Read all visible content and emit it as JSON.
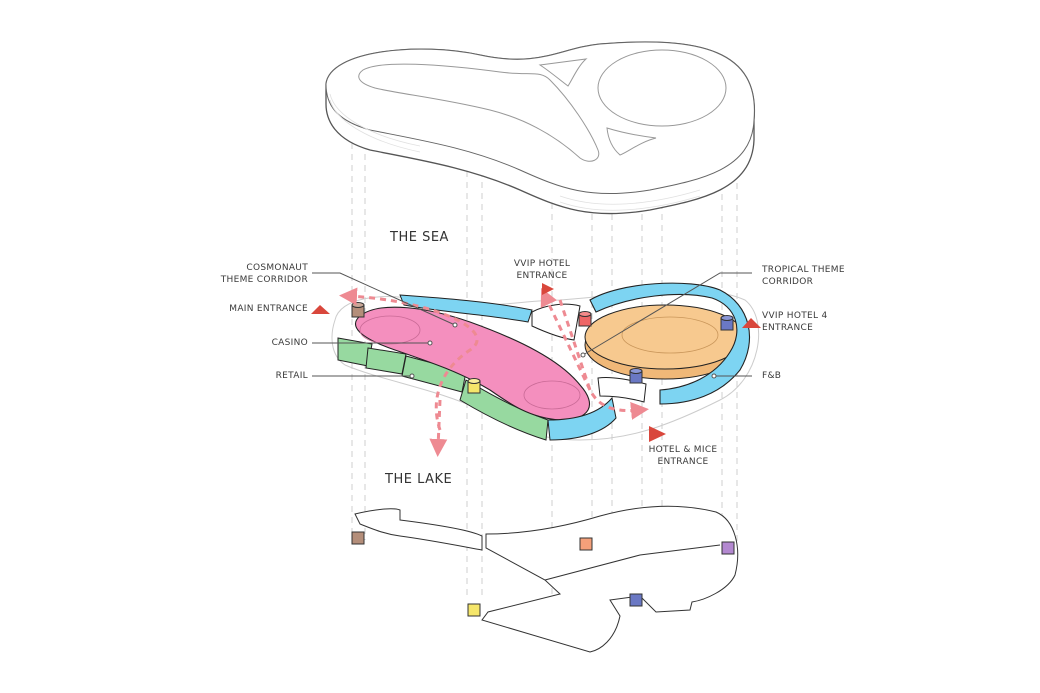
{
  "diagram": {
    "title_labels": {
      "sea": "THE SEA",
      "lake": "THE LAKE"
    },
    "callouts": {
      "cosmonaut_line1": "COSMONAUT",
      "cosmonaut_line2": "THEME CORRIDOR",
      "main_entrance": "MAIN ENTRANCE",
      "casino": "CASINO",
      "retail": "RETAIL",
      "vvip_hotel_line1": "VVIP HOTEL",
      "vvip_hotel_line2": "ENTRANCE",
      "tropical_line1": "TROPICAL THEME",
      "tropical_line2": "CORRIDOR",
      "vvip4_line1": "VVIP HOTEL 4",
      "vvip4_line2": "ENTRANCE",
      "fb": "F&B",
      "hotel_mice_line1": "HOTEL & MICE",
      "hotel_mice_line2": "ENTRANCE"
    },
    "colors": {
      "casino_pink": "#f48fbe",
      "retail_green": "#97d9a0",
      "fb_blue": "#7dd4f2",
      "tropical_orange": "#f7c98f",
      "entrance_red": "#d9473c",
      "flow_arrow": "#ee8a92",
      "core_brown": "#b48e7a",
      "core_yellow": "#f5e66a",
      "core_red": "#ee6666",
      "core_blue": "#6a78c4",
      "core_orange": "#f4a07a",
      "core_purple": "#b388d0"
    },
    "layers": [
      "roof",
      "main-floor",
      "lower-floor"
    ]
  }
}
